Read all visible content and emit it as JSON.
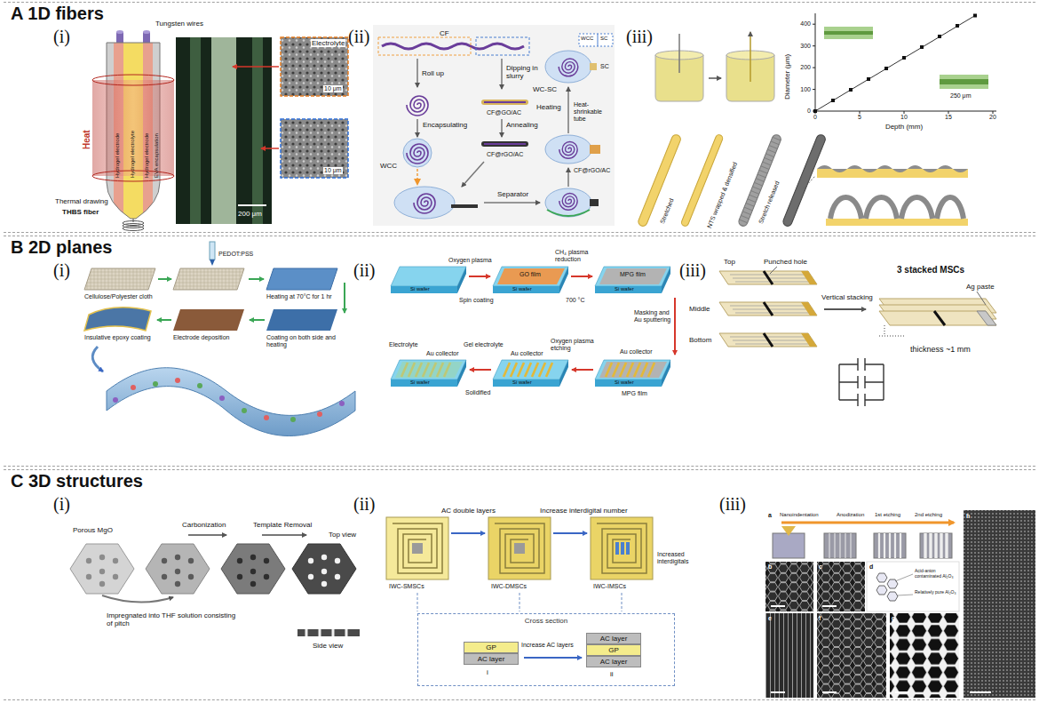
{
  "diagram": {
    "nodes": [
      {
        "text": [
          "A 1D fibers"
        ]
      },
      {
        "text": [
          "B 2D planes"
        ]
      },
      {
        "text": [
          "C 3D structures"
        ]
      },
      {
        "text": [
          "Cross section"
        ],
        "in": 2
      },
      {
        "text": [
          "GP"
        ],
        "in": 3
      },
      {
        "text": [
          "AC layer"
        ],
        "in": 3
      },
      {
        "text": [
          "AC layer"
        ],
        "in": 3
      },
      {
        "text": [
          "GP"
        ],
        "in": 3
      },
      {
        "text": [
          "AC layer"
        ],
        "in": 3
      }
    ],
    "labels": [
      "(i)",
      "Tungsten wires",
      "Hydrogel electrode",
      "Hydrogel electrolyte",
      "Hydrogel electrode",
      "EVA encapsulation",
      "Heat",
      "Thermal drawing",
      "THBS fiber",
      "Electrolyte",
      "10 μm",
      "10 μm",
      "200 μm",
      "(ii)",
      "CF",
      "Roll up",
      "Dipping in slurry",
      "Encapsulating",
      "CF@GO/AC",
      "Annealing",
      "CF@rGO/AC",
      "WCC",
      "WCC",
      "SC",
      "WC-SC",
      "SC",
      "Heating",
      "Heat-shrinkable tube",
      "CF@rGO/AC",
      "Separator",
      "(iii)",
      "Diameter (μm)",
      "0",
      "100",
      "200",
      "300",
      "400",
      "0",
      "5",
      "10",
      "15",
      "20",
      "Depth (mm)",
      "250 μm",
      "Stretched",
      "NTS wrapped & densified",
      "Stretch released",
      "(i)",
      "PEDOT:PSS",
      "Cellulose/Polyester cloth",
      "Heating at 70°C for 1 hr",
      "Insulative epoxy coating",
      "Electrode deposition",
      "Coating on both side and heating",
      "(ii)",
      "Oxygen plasma",
      "Spin coating",
      "GO film",
      "Si wafer",
      "Si wafer",
      "CH₄ plasma reduction",
      "700 °C",
      "MPG film",
      "Si wafer",
      "Masking and Au sputtering",
      "Au collector",
      "MPG film",
      "Si wafer",
      "Oxygen plasma etching",
      "Au collector",
      "Si wafer",
      "Gel electrolyte",
      "Solidified",
      "Electrolyte",
      "Au collector",
      "Si wafer",
      "(iii)",
      "3 stacked MSCs",
      "Top",
      "Punched hole",
      "Middle",
      "Vertical stacking",
      "Ag paste",
      "Bottom",
      "thickness ~1 mm",
      "(i)",
      "Porous MgO",
      "Carbonization",
      "Template Removal",
      "Top view",
      "Impregnated into THF solution consisting of pitch",
      "Side view",
      "(ii)",
      "AC double layers",
      "Increase interdigital number",
      "IWC-SMSCs",
      "IWC-DMSCs",
      "IWC-IMSCs",
      "Increased interdigitals",
      "i",
      "Increase AC layers",
      "ii",
      "(iii)",
      "a",
      "Nanoindentation",
      "Anodization",
      "1st etching",
      "2nd etching",
      "b",
      "c",
      "d",
      "Acid-anion contaminated Al₂O₃",
      "Relatively pure Al₂O₃",
      "e",
      "f",
      "g",
      "h"
    ]
  }
}
